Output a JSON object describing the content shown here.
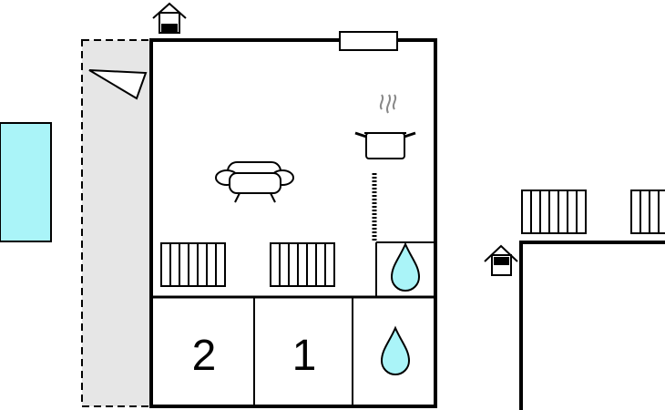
{
  "floorplan": {
    "rooms": [
      {
        "id": "bedroom-2",
        "label": "2"
      },
      {
        "id": "bedroom-1",
        "label": "1"
      }
    ],
    "icons": [
      "entrance-icon",
      "window-icon",
      "window-icon",
      "terrace-icon",
      "sofa-icon",
      "cooking-pot-icon",
      "radiator-icon",
      "water-drop-icon",
      "pool-icon"
    ],
    "colors": {
      "wall": "#000000",
      "terrace_fill": "#e6e6e6",
      "water": "#aaf4f8",
      "background": "#ffffff"
    }
  }
}
